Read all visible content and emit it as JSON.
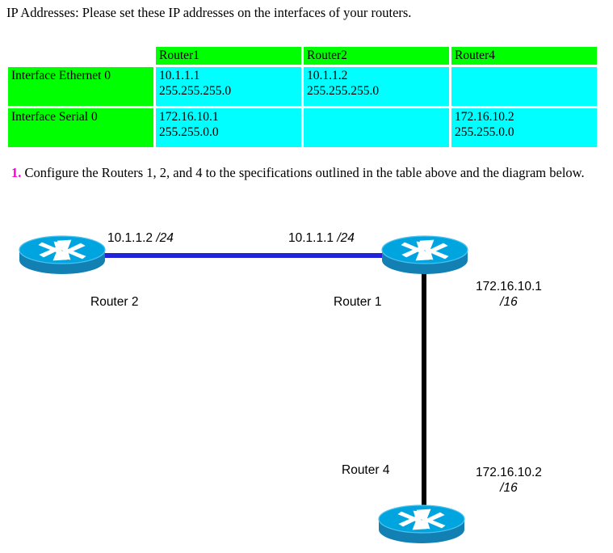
{
  "intro": {
    "text": "IP Addresses: Please set these IP addresses on the interfaces of your routers."
  },
  "table": {
    "corner": "",
    "columns": [
      "Router1",
      "Router2",
      "Router4"
    ],
    "rows": [
      {
        "label": "Interface Ethernet 0",
        "cells": [
          {
            "ip": "10.1.1.1",
            "mask": "255.255.255.0"
          },
          {
            "ip": "10.1.1.2",
            "mask": "255.255.255.0"
          },
          {
            "ip": "",
            "mask": ""
          }
        ]
      },
      {
        "label": "Interface Serial 0",
        "cells": [
          {
            "ip": "172.16.10.1",
            "mask": "255.255.0.0"
          },
          {
            "ip": "",
            "mask": ""
          },
          {
            "ip": "172.16.10.2",
            "mask": "255.255.0.0"
          }
        ]
      }
    ],
    "colors": {
      "header_green": "#00ff00",
      "cell_cyan": "#00ffff"
    }
  },
  "instruction": {
    "marker": "1.",
    "marker_color": "#ff00cc",
    "text": "Configure the Routers 1, 2, and 4 to the specifications outlined in the table above and the diagram below."
  },
  "diagram": {
    "nodes": [
      {
        "id": "router2",
        "name": "Router 2",
        "icon": "cisco-router-icon"
      },
      {
        "id": "router1",
        "name": "Router 1",
        "icon": "cisco-router-icon"
      },
      {
        "id": "router4",
        "name": "Router 4",
        "icon": "cisco-router-icon"
      }
    ],
    "links": [
      {
        "id": "ethernet-link",
        "from": "router2",
        "to": "router1",
        "color": "#2222dd",
        "style": "horizontal"
      },
      {
        "id": "serial-link",
        "from": "router1",
        "to": "router4",
        "color": "#000000",
        "style": "vertical"
      }
    ],
    "labels": {
      "r2_ethernet_ip": "10.1.1.2",
      "r2_ethernet_prefix": "/24",
      "r1_ethernet_ip": "10.1.1.1",
      "r1_ethernet_prefix": "/24",
      "r1_serial_ip": "172.16.10.1",
      "r1_serial_prefix": "/16",
      "r4_serial_ip": "172.16.10.2",
      "r4_serial_prefix": "/16"
    },
    "colors": {
      "router_top": "#00a5e0",
      "router_side": "#1380b4",
      "router_arrow": "#ffffff",
      "link_blue": "#2222dd",
      "link_black": "#000000"
    }
  }
}
